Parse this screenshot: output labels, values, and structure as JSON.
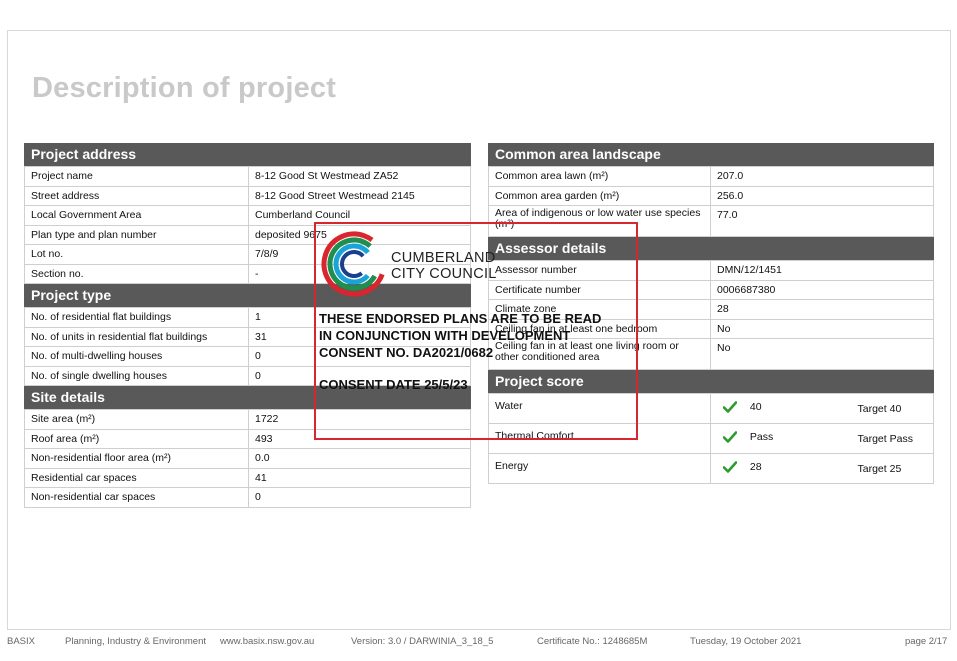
{
  "title": "Description of project",
  "project_address": {
    "heading": "Project address",
    "rows": [
      {
        "label": "Project name",
        "value": "8-12 Good St Westmead ZA52"
      },
      {
        "label": "Street address",
        "value": "8-12 Good Street Westmead 2145"
      },
      {
        "label": "Local Government Area",
        "value": "Cumberland Council"
      },
      {
        "label": "Plan type and plan number",
        "value": "deposited 9675"
      },
      {
        "label": "Lot no.",
        "value": "7/8/9"
      },
      {
        "label": "Section no.",
        "value": "-"
      }
    ]
  },
  "project_type": {
    "heading": "Project type",
    "rows": [
      {
        "label": "No. of residential flat buildings",
        "value": "1"
      },
      {
        "label": "No. of units in residential flat buildings",
        "value": "31"
      },
      {
        "label": "No. of multi-dwelling houses",
        "value": "0"
      },
      {
        "label": "No. of single dwelling houses",
        "value": "0"
      }
    ]
  },
  "site_details": {
    "heading": "Site details",
    "rows": [
      {
        "label": "Site area (m²)",
        "value": "1722"
      },
      {
        "label": "Roof area (m²)",
        "value": "493"
      },
      {
        "label": "Non-residential floor area (m²)",
        "value": "0.0"
      },
      {
        "label": "Residential car spaces",
        "value": "41"
      },
      {
        "label": "Non-residential car spaces",
        "value": "0"
      }
    ]
  },
  "common_area_landscape": {
    "heading": "Common area landscape",
    "rows": [
      {
        "label": "Common area lawn (m²)",
        "value": "207.0"
      },
      {
        "label": "Common area garden (m²)",
        "value": "256.0"
      },
      {
        "label": "Area of indigenous or low water use species (m²)",
        "value": "77.0"
      }
    ]
  },
  "assessor_details": {
    "heading": "Assessor details",
    "rows": [
      {
        "label": "Assessor number",
        "value": "DMN/12/1451"
      },
      {
        "label": "Certificate number",
        "value": "0006687380"
      },
      {
        "label": "Climate zone",
        "value": "28"
      },
      {
        "label": "Ceiling fan in at least one bedroom",
        "value": "No"
      },
      {
        "label": "Ceiling fan in at least one living room or other conditioned area",
        "value": "No"
      }
    ]
  },
  "project_score": {
    "heading": "Project score",
    "rows": [
      {
        "label": "Water",
        "value": "40",
        "target": "Target 40"
      },
      {
        "label": "Thermal Comfort",
        "value": "Pass",
        "target": "Target Pass"
      },
      {
        "label": "Energy",
        "value": "28",
        "target": "Target 25"
      }
    ]
  },
  "stamp": {
    "org_line1": "CUMBERLAND",
    "org_line2": "CITY COUNCIL",
    "line1": "THESE ENDORSED PLANS ARE TO BE READ",
    "line2": "IN CONJUNCTION WITH DEVELOPMENT",
    "line3": "CONSENT NO. DA2021/0682",
    "date": "CONSENT DATE 25/5/23",
    "border_color": "#d9262e"
  },
  "colors": {
    "section_header_bg": "#595959",
    "title_gray": "#c9c9c9",
    "check_green": "#2e9b2e"
  },
  "footer": {
    "basix": "BASIX",
    "dept": "Planning, Industry & Environment",
    "url": "www.basix.nsw.gov.au",
    "version": "Version: 3.0 / DARWINIA_3_18_5",
    "certificate": "Certificate No.: 1248685M",
    "date": "Tuesday, 19 October 2021",
    "page": "page 2/17"
  }
}
